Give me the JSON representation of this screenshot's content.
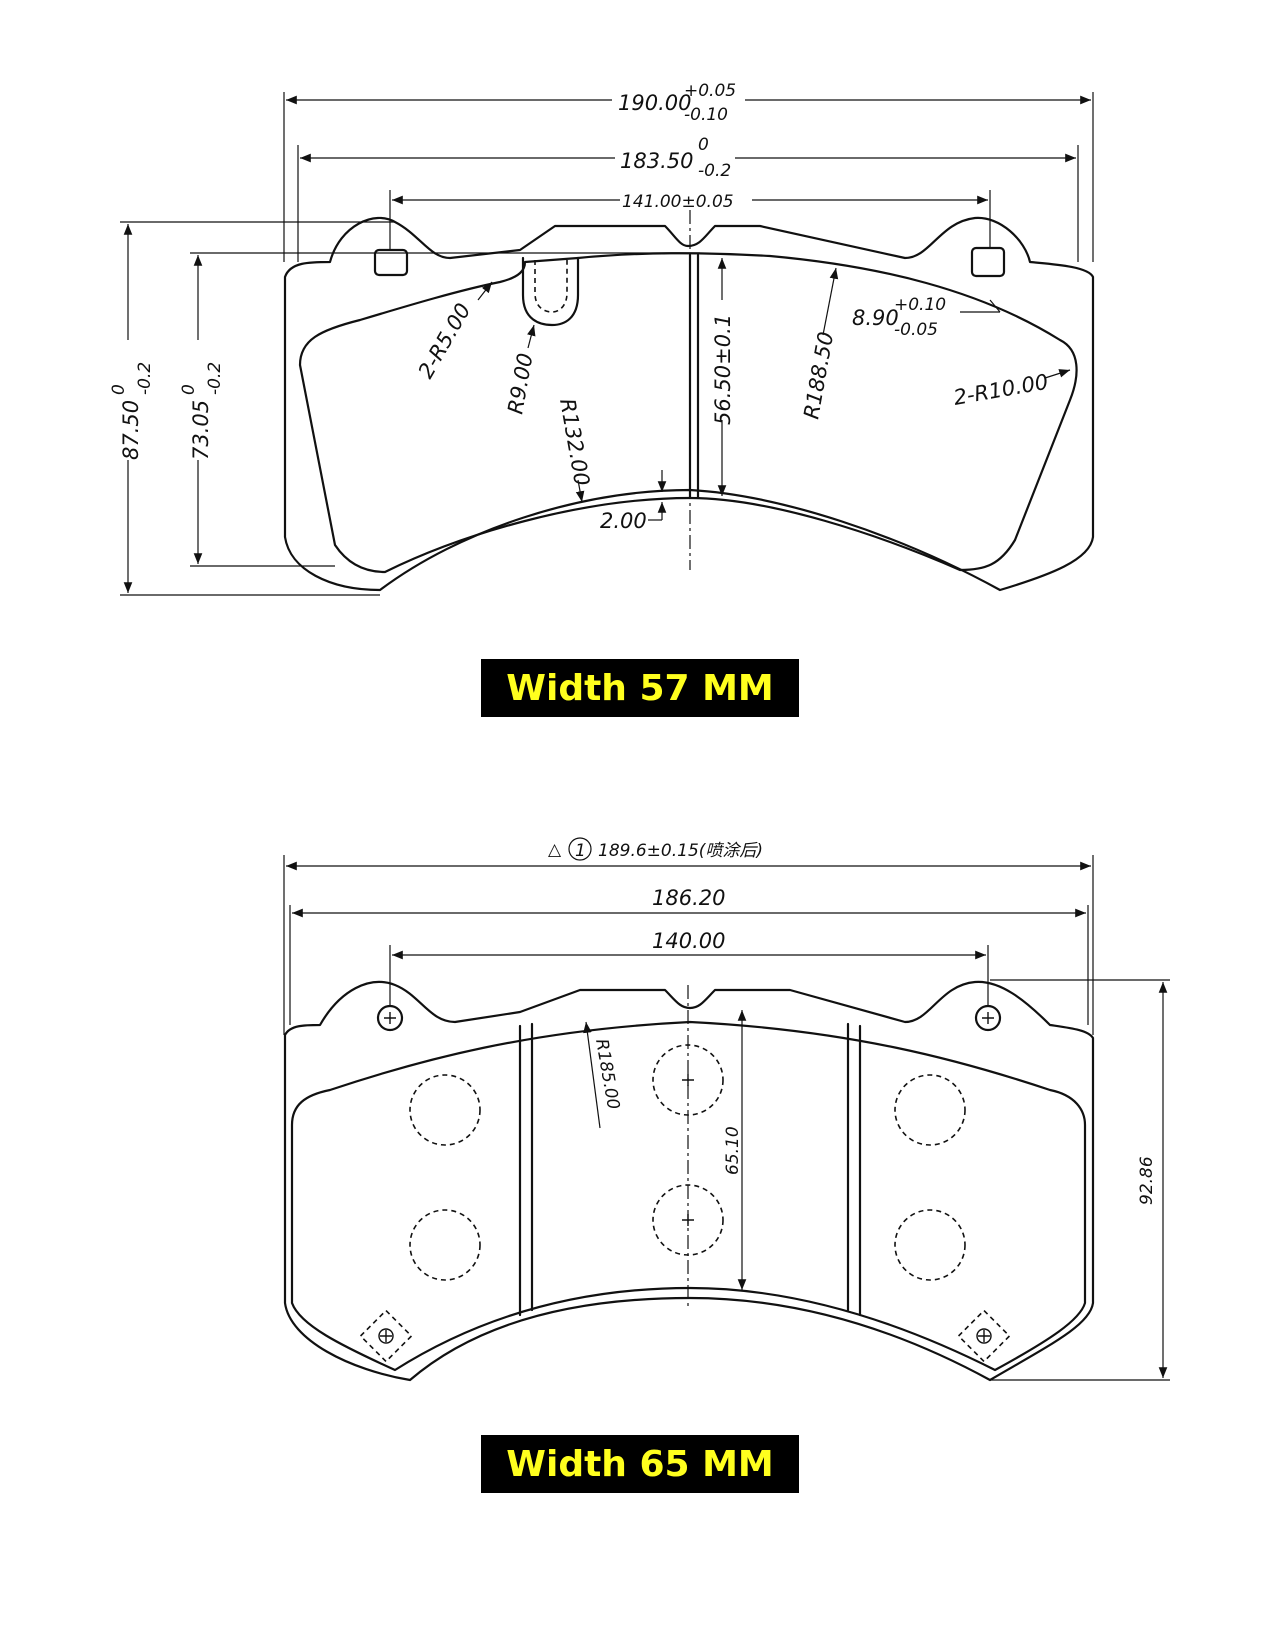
{
  "diagram_top": {
    "dim_overall": {
      "base": "190.00",
      "upper": "+0.05",
      "lower": "-0.10"
    },
    "dim_backing": {
      "base": "183.50",
      "upper": "0",
      "lower": "-0.2"
    },
    "dim_holes": "141.00±0.05",
    "dim_height_overall": {
      "base": "87.50",
      "upper": "0",
      "lower": "-0.2"
    },
    "dim_height_friction": {
      "base": "73.05",
      "upper": "0",
      "lower": "-0.2"
    },
    "dim_center_height": "56.50±0.1",
    "dim_r5": "2-R5.00",
    "dim_r9": "R9.00",
    "dim_r132": "R132.00",
    "dim_r188": "R188.50",
    "dim_tab": {
      "base": "8.90",
      "upper": "+0.10",
      "lower": "-0.05"
    },
    "dim_r10": "2-R10.00",
    "dim_slot": "2.00"
  },
  "label_top": "Width 57 MM",
  "diagram_bottom": {
    "dim_overall_prefix": "△",
    "dim_overall_marker": "1",
    "dim_overall": "189.6±0.15(喷涂后)",
    "dim_backing": "186.20",
    "dim_holes": "140.00",
    "dim_r185": "R185.00",
    "dim_sensor": "65.10",
    "dim_height": "92.86"
  },
  "label_bottom": "Width 65 MM"
}
